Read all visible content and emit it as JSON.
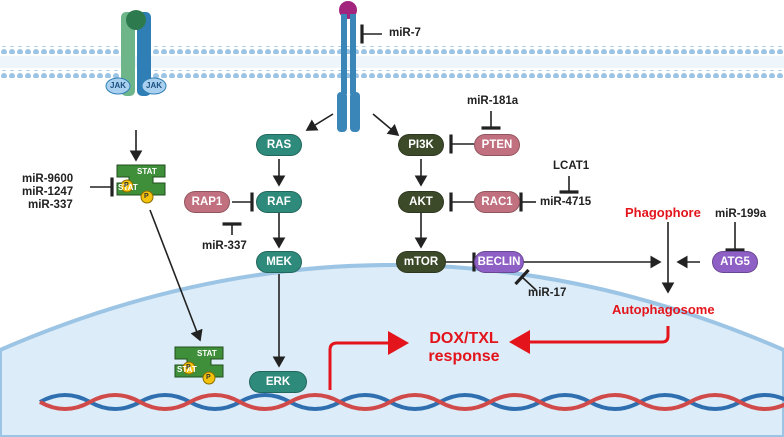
{
  "nodes": {
    "ras": "RAS",
    "raf": "RAF",
    "mek": "MEK",
    "erk": "ERK",
    "rap1": "RAP1",
    "pi3k": "PI3K",
    "akt": "AKT",
    "mtor": "mTOR",
    "pten": "PTEN",
    "rac1": "RAC1",
    "beclin": "BECLIN",
    "atg5": "ATG5"
  },
  "receptor": {
    "jak_left": "JAK",
    "jak_right": "JAK"
  },
  "stat": {
    "top": "STAT",
    "bottom": "STAT",
    "p": "P"
  },
  "mirnas": {
    "mir7": "miR-7",
    "mir181a": "miR-181a",
    "mir9600": "miR-9600",
    "mir1247": "miR-1247",
    "mir337_stat": "miR-337",
    "mir337_rap1": "miR-337",
    "lcat1": "LCAT1",
    "mir4715": "miR-4715",
    "mir17": "miR-17",
    "mir199a": "miR-199a"
  },
  "process": {
    "phagophore": "Phagophore",
    "autophagosome": "Autophagosome",
    "response_line1": "DOX/TXL",
    "response_line2": "response"
  },
  "colors": {
    "teal": "#2e8a7b",
    "dark_olive": "#3d4a2a",
    "rose": "#c0707e",
    "purple": "#8e5fc4",
    "red": "#e3141b",
    "stat_green": "#3f8f3a",
    "phospho": "#f2c20d",
    "nucleus": "#dcecf8",
    "membrane": "#9cc4e4"
  }
}
